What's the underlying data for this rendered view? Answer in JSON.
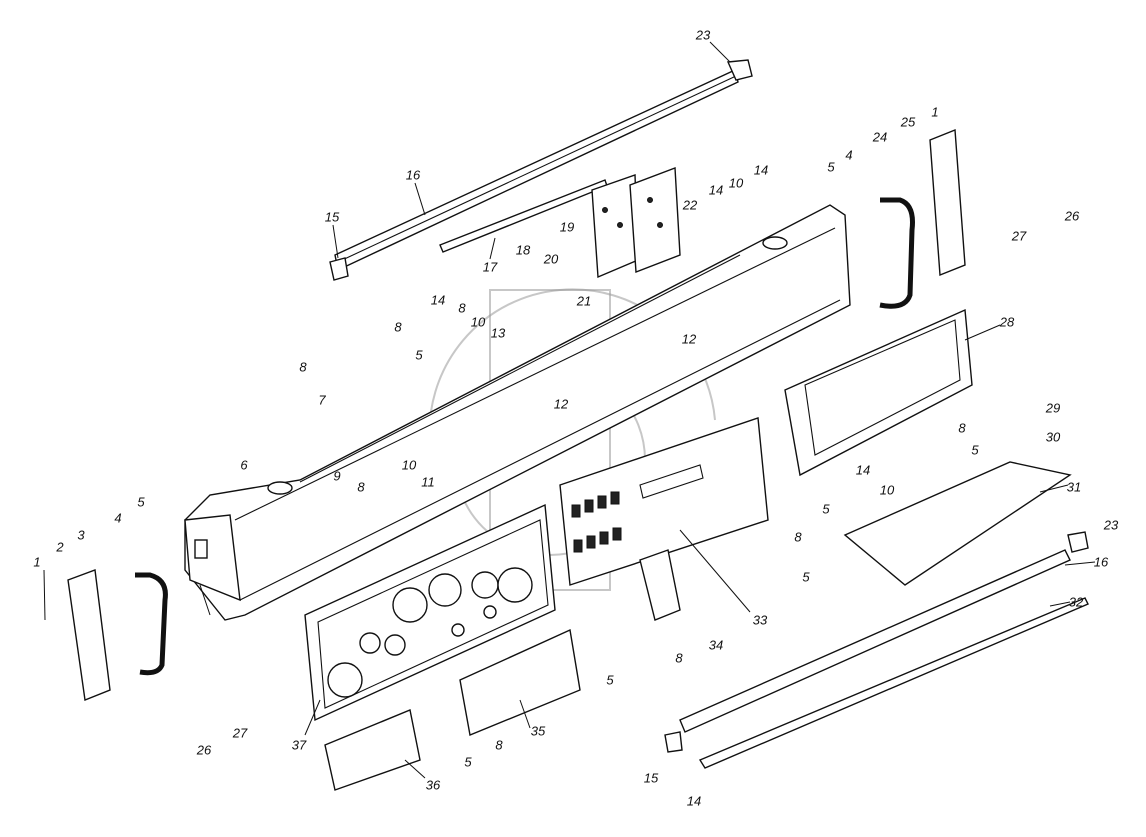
{
  "diagram": {
    "watermark_letter": "ф",
    "labels": [
      "23",
      "16",
      "15",
      "17",
      "18",
      "19",
      "20",
      "21",
      "22",
      "14",
      "10",
      "14",
      "5",
      "4",
      "24",
      "25",
      "1",
      "26",
      "27",
      "14",
      "8",
      "10",
      "13",
      "8",
      "5",
      "12",
      "8",
      "7",
      "12",
      "28",
      "29",
      "30",
      "8",
      "5",
      "14",
      "10",
      "10",
      "11",
      "9",
      "8",
      "6",
      "5",
      "8",
      "31",
      "23",
      "16",
      "5",
      "1",
      "2",
      "3",
      "4",
      "5",
      "33",
      "34",
      "5",
      "8",
      "32",
      "26",
      "27",
      "37",
      "8",
      "35",
      "5",
      "36",
      "15",
      "14"
    ]
  }
}
